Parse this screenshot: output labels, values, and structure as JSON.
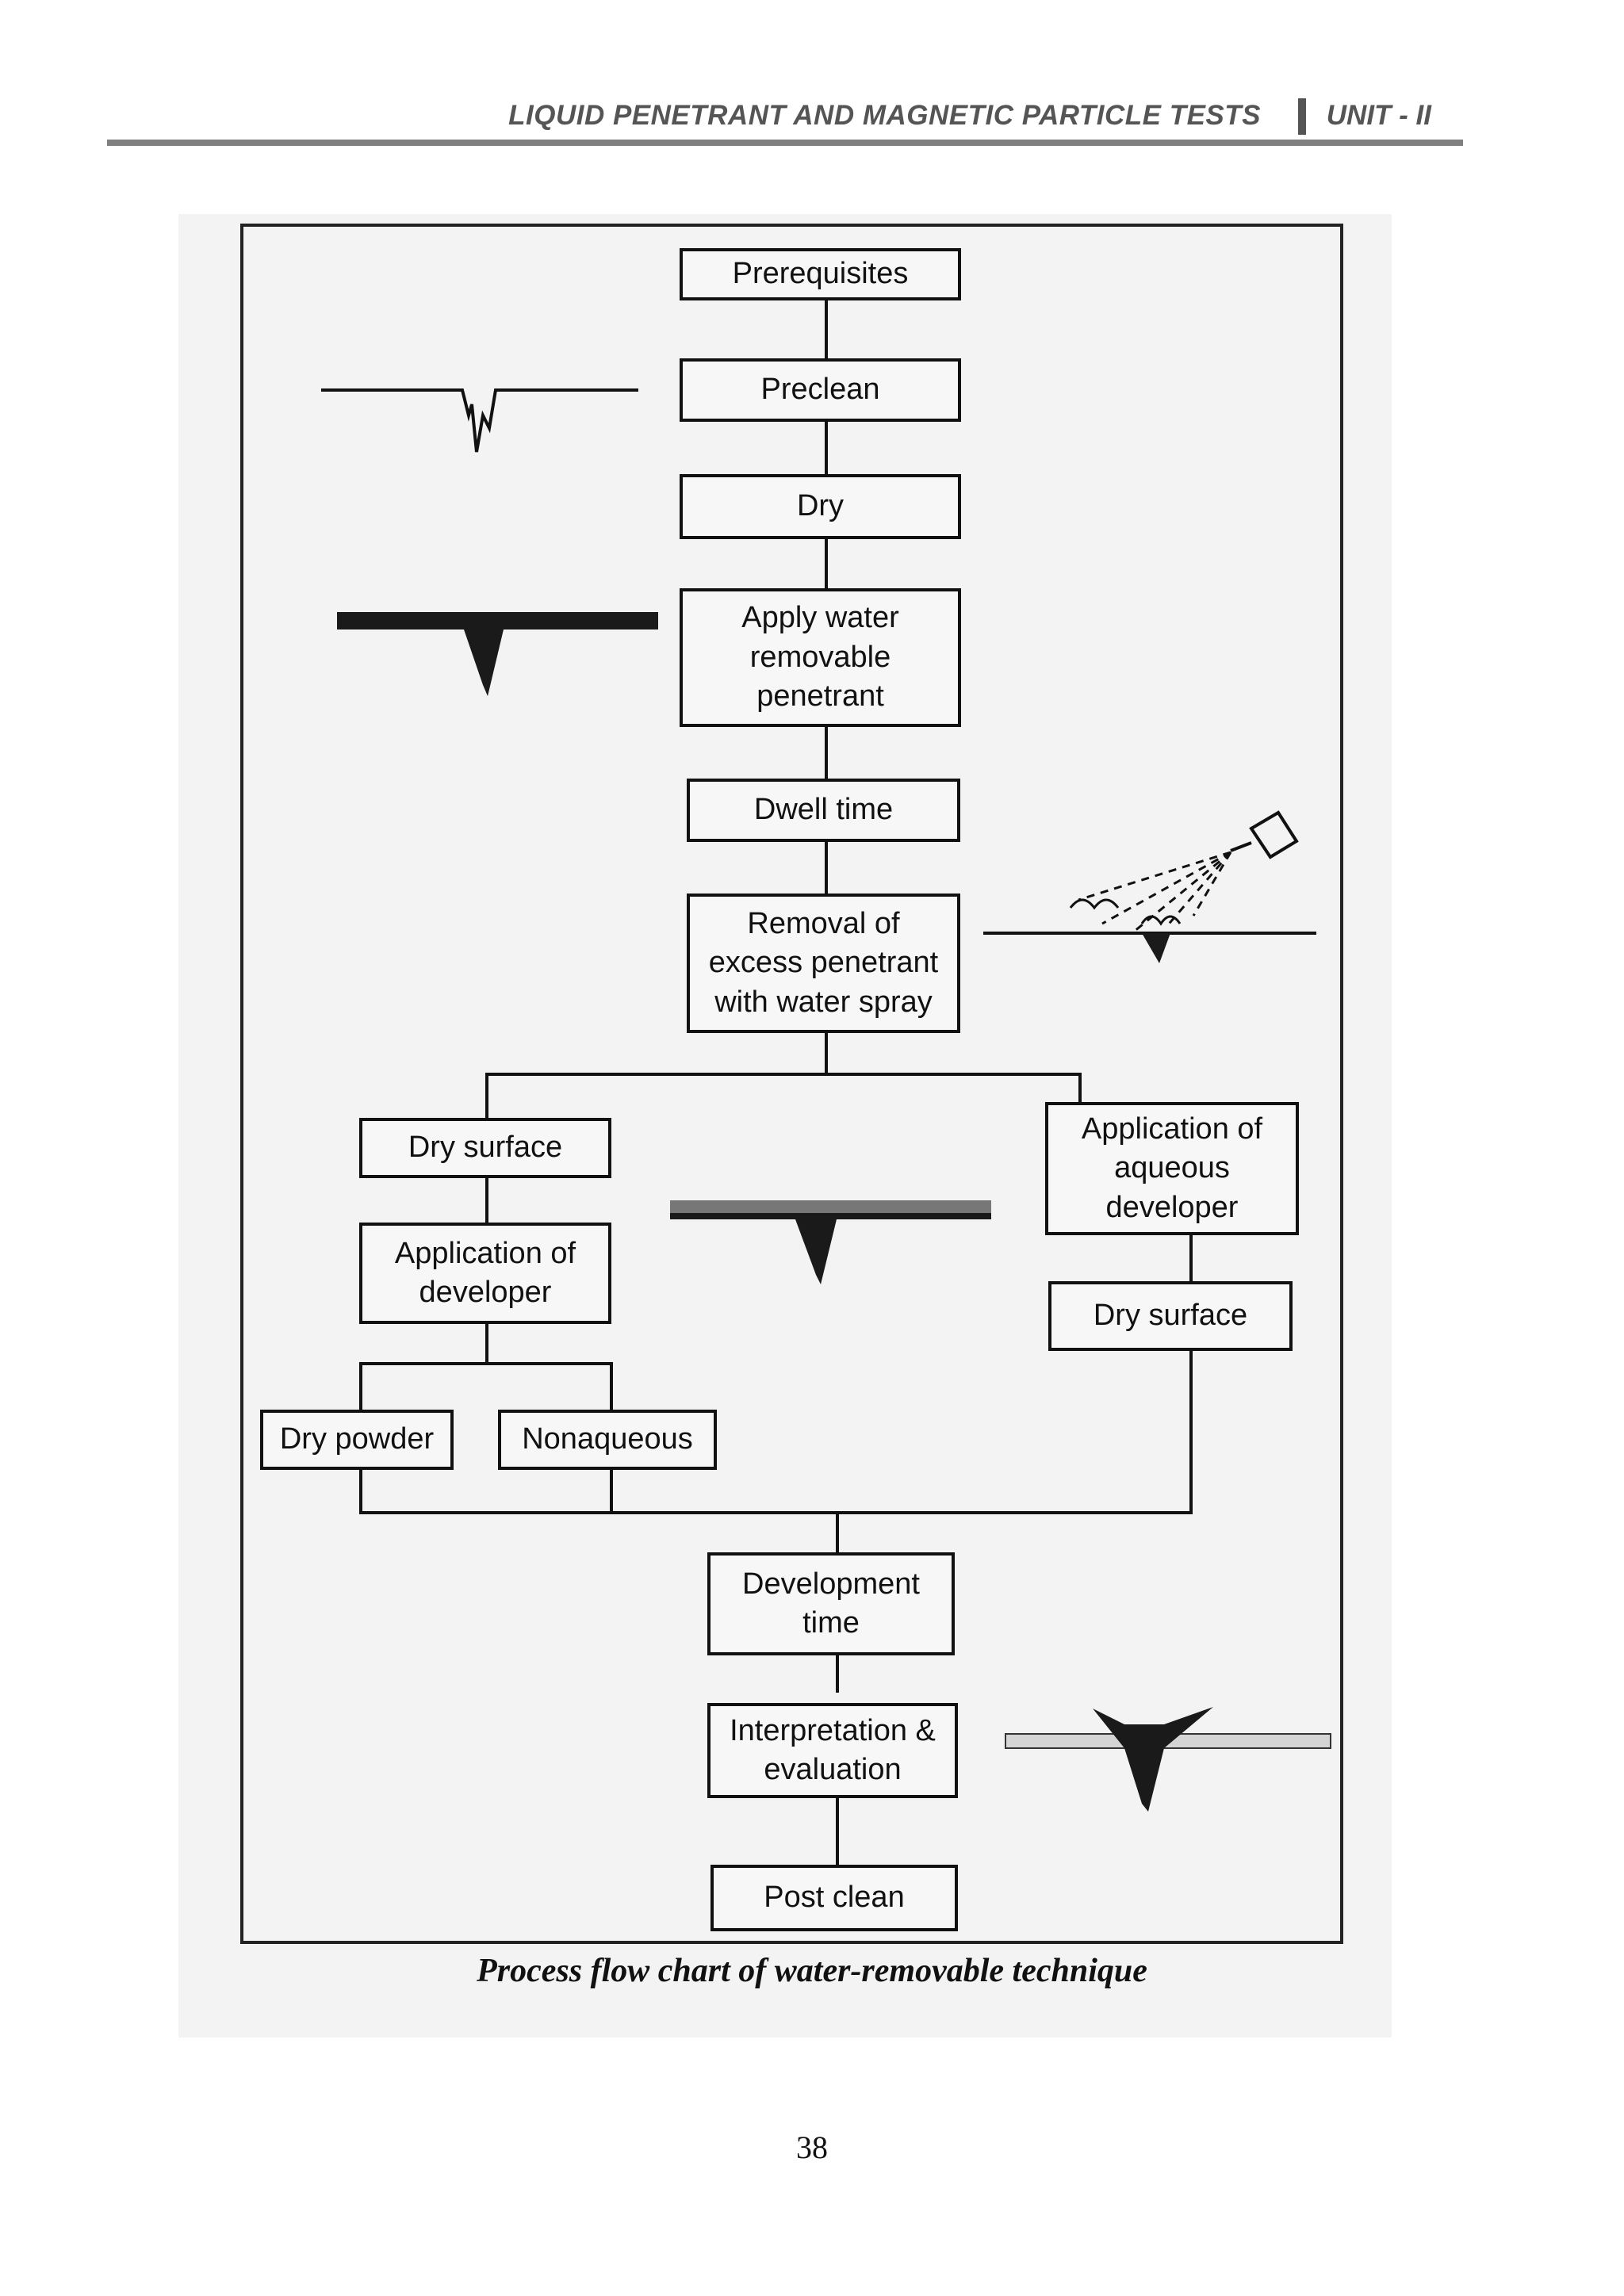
{
  "header": {
    "title": "LIQUID PENETRANT AND MAGNETIC PARTICLE TESTS",
    "unit": "UNIT - II"
  },
  "flowchart": {
    "prerequisites": "Prerequisites",
    "preclean": "Preclean",
    "dry": "Dry",
    "apply_penetrant": "Apply water removable penetrant",
    "dwell_time": "Dwell time",
    "removal": "Removal of excess penetrant with water spray",
    "dry_surface_left": "Dry surface",
    "application_of_developer": "Application of developer",
    "dry_powder": "Dry powder",
    "nonaqueous": "Nonaqueous",
    "application_of_aqueous_developer": "Application of aqueous developer",
    "dry_surface_right": "Dry surface",
    "development_time": "Development time",
    "interpretation": "Interpretation & evaluation",
    "post_clean": "Post clean"
  },
  "caption": "Process flow chart of water-removable technique",
  "page_number": "38"
}
